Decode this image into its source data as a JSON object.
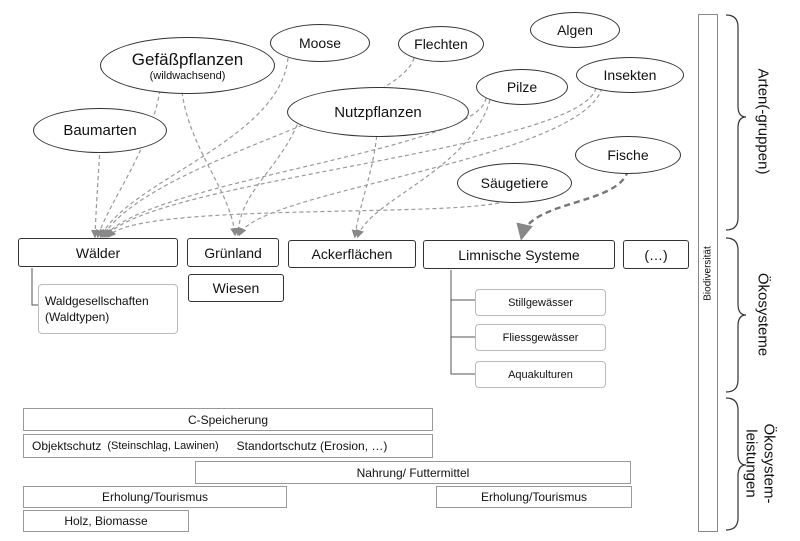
{
  "species": {
    "moose": "Moose",
    "flechten": "Flechten",
    "algen": "Algen",
    "gefaess": "Gefäßpflanzen",
    "gefaess_sub": "(wildwachsend)",
    "pilze": "Pilze",
    "insekten": "Insekten",
    "nutzpflanzen": "Nutzpflanzen",
    "baumarten": "Baumarten",
    "fische": "Fische",
    "saeugetiere": "Säugetiere"
  },
  "ecosystems": {
    "waelder": "Wälder",
    "gruenland": "Grünland",
    "ackerflaechen": "Ackerflächen",
    "limnische": "Limnische Systeme",
    "etc": "(…)",
    "wiesen": "Wiesen",
    "waldgesellschaften": "Waldgesellschaften\n(Waldtypen)",
    "stillgewaesser": "Stillgewässer",
    "fliessgewaesser": "Fliessgewässer",
    "aquakulturen": "Aquakulturen"
  },
  "services": {
    "c_speicherung": "C-Speicherung",
    "objektschutz": "Objektschutz",
    "objektschutz_detail": "(Steinschlag, Lawinen)",
    "standortschutz": "Standortschutz (Erosion, …)",
    "nahrung": "Nahrung/ Futtermittel",
    "erholung1": "Erholung/Tourismus",
    "erholung2": "Erholung/Tourismus",
    "holz": "Holz, Biomasse"
  },
  "side": {
    "biodiversitaet": "Biodiversität",
    "arten": "Arten(-gruppen)",
    "oekosysteme": "Ökosysteme",
    "leistungen_1": "Ökosystem-",
    "leistungen_2": "leistungen"
  },
  "colors": {
    "arrow": "#999999",
    "arrow_bold": "#777777",
    "border": "#333333"
  }
}
